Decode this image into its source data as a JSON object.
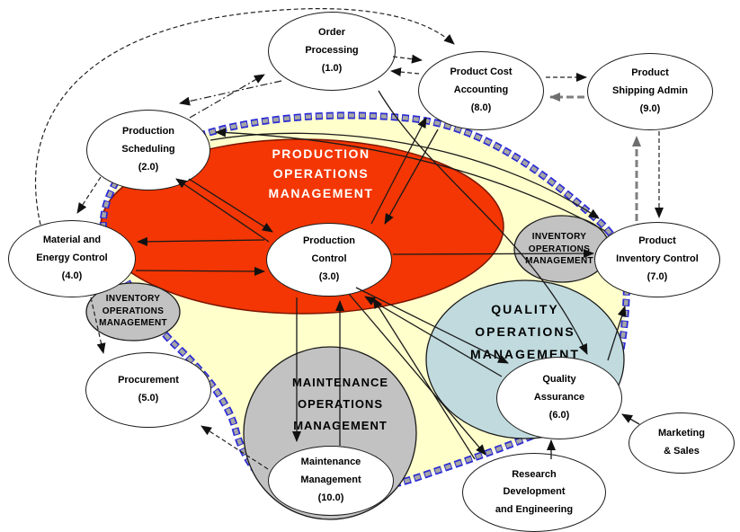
{
  "title": "Production Operations Management diagram",
  "colors": {
    "red": "#f33603",
    "red_edge": "#7a1400",
    "yellow": "#ffffcc",
    "cyan": "#c0dade",
    "gray": "#c2c2c2",
    "gray_edge": "#1a1a1a",
    "chain_blue": "#2b2bd5",
    "chain_fill": "#a6a6a6",
    "node_fill": "#ffffff",
    "line": "#1a1a1a",
    "gray_dash": "#7f7f7f"
  },
  "regions": {
    "production": {
      "label": "PRODUCTION\nOPERATIONS\nMANAGEMENT"
    },
    "quality": {
      "label": "QUALITY\nOPERATIONS\nMANAGEMENT"
    },
    "maintenance": {
      "label": "MAINTENANCE\nOPERATIONS\nMANAGEMENT"
    },
    "inventory_left": {
      "label": "INVENTORY\nOPERATIONS\nMANAGEMENT"
    },
    "inventory_right": {
      "label": "INVENTORY\nOPERATIONS\nMANAGEMENT"
    }
  },
  "nodes": [
    {
      "id": "order-processing",
      "label": "Order\nProcessing\n(1.0)"
    },
    {
      "id": "product-cost-accounting",
      "label": "Product Cost\nAccounting\n(8.0)"
    },
    {
      "id": "product-shipping-admin",
      "label": "Product\nShipping Admin\n(9.0)"
    },
    {
      "id": "production-scheduling",
      "label": "Production\nScheduling\n(2.0)"
    },
    {
      "id": "material-energy-control",
      "label": "Material and\nEnergy Control\n(4.0)"
    },
    {
      "id": "production-control",
      "label": "Production\nControl\n(3.0)"
    },
    {
      "id": "product-inventory-control",
      "label": "Product\nInventory Control\n(7.0)"
    },
    {
      "id": "procurement",
      "label": "Procurement\n(5.0)"
    },
    {
      "id": "quality-assurance",
      "label": "Quality\nAssurance\n(6.0)"
    },
    {
      "id": "maintenance-management",
      "label": "Maintenance\nManagement\n(10.0)"
    },
    {
      "id": "marketing-sales",
      "label": "Marketing\n& Sales"
    },
    {
      "id": "research-development",
      "label": "Research\nDevelopment\nand Engineering"
    }
  ],
  "edges": [
    {
      "from": "production-scheduling",
      "to": "production-control",
      "style": "solid"
    },
    {
      "from": "production-control",
      "to": "production-scheduling",
      "style": "solid"
    },
    {
      "from": "material-energy-control",
      "to": "production-control",
      "style": "solid"
    },
    {
      "from": "production-control",
      "to": "material-energy-control",
      "style": "solid"
    },
    {
      "from": "production-control",
      "to": "product-inventory-control",
      "style": "solid"
    },
    {
      "from": "product-cost-accounting",
      "to": "production-control",
      "style": "solid"
    },
    {
      "from": "production-control",
      "to": "product-cost-accounting",
      "style": "solid"
    },
    {
      "from": "production-scheduling",
      "to": "product-inventory-control",
      "style": "solid-curve"
    },
    {
      "from": "product-inventory-control",
      "to": "production-scheduling",
      "style": "solid-curve"
    },
    {
      "from": "production-control",
      "to": "maintenance-management",
      "style": "solid"
    },
    {
      "from": "maintenance-management",
      "to": "production-control",
      "style": "solid"
    },
    {
      "from": "production-control",
      "to": "quality-assurance",
      "style": "solid"
    },
    {
      "from": "quality-assurance",
      "to": "production-control",
      "style": "solid"
    },
    {
      "from": "production-control",
      "to": "research-development",
      "style": "solid"
    },
    {
      "from": "research-development",
      "to": "production-control",
      "style": "solid"
    },
    {
      "from": "quality-assurance",
      "to": "product-inventory-control",
      "style": "solid"
    },
    {
      "from": "research-development",
      "to": "quality-assurance",
      "style": "solid"
    },
    {
      "from": "marketing-sales",
      "to": "quality-assurance",
      "style": "solid"
    },
    {
      "from": "order-processing",
      "to": "quality-assurance",
      "style": "solid-curve"
    },
    {
      "from": "material-energy-control",
      "to": "product-cost-accounting",
      "style": "dashed-arc"
    },
    {
      "from": "order-processing",
      "to": "product-cost-accounting",
      "style": "dashed"
    },
    {
      "from": "product-cost-accounting",
      "to": "order-processing",
      "style": "dashed"
    },
    {
      "from": "order-processing",
      "to": "production-scheduling",
      "style": "dash-dot"
    },
    {
      "from": "production-scheduling",
      "to": "order-processing",
      "style": "dash-dot"
    },
    {
      "from": "production-scheduling",
      "to": "material-energy-control",
      "style": "dashed"
    },
    {
      "from": "material-energy-control",
      "to": "procurement",
      "style": "dashed"
    },
    {
      "from": "maintenance-management",
      "to": "procurement",
      "style": "dashed"
    },
    {
      "from": "product-cost-accounting",
      "to": "product-shipping-admin",
      "style": "dashed"
    },
    {
      "from": "product-shipping-admin",
      "to": "product-cost-accounting",
      "style": "dashed-gray"
    },
    {
      "from": "product-shipping-admin",
      "to": "product-inventory-control",
      "style": "dashed"
    },
    {
      "from": "product-inventory-control",
      "to": "product-shipping-admin",
      "style": "dashed-gray"
    }
  ]
}
